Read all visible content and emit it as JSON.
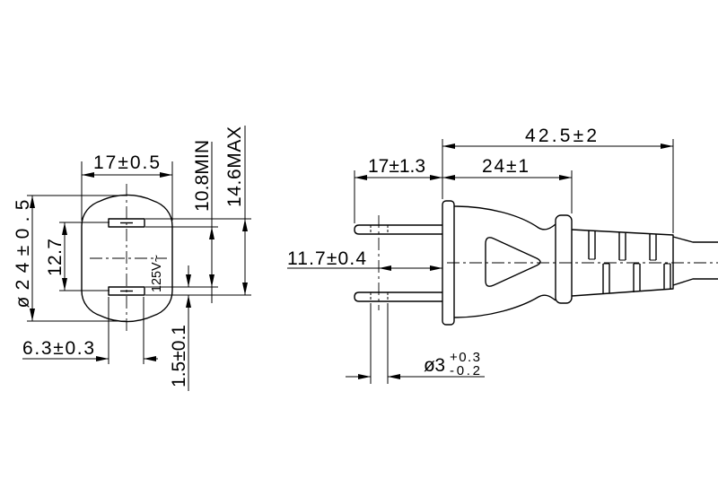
{
  "front_view": {
    "width_label": "17±0.5",
    "diameter_label": "ø24±0.5",
    "pin_spacing_label": "12.7",
    "min_label": "10.8MIN",
    "max_label": "14.6MAX",
    "rating_label": "125V~",
    "blade_thickness_label": "1.5±0.1",
    "blade_width_label": "6.3±0.3"
  },
  "side_view": {
    "overall_length_label": "42.5±2",
    "blade_length_label": "17±1.3",
    "body_length_label": "24±1",
    "hole_position_label": "11.7±0.4",
    "hole_diameter_label": "ø3",
    "hole_tolerance_upper": "+0.3",
    "hole_tolerance_lower": "-0.2"
  }
}
